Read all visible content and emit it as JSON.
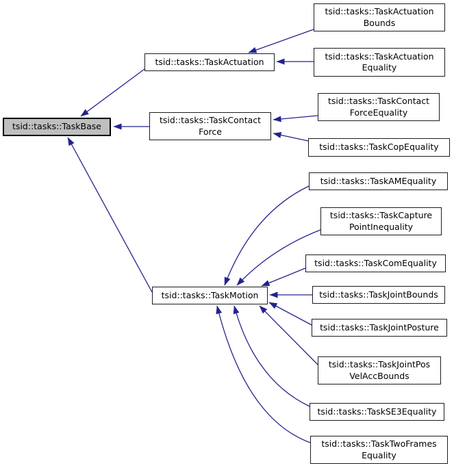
{
  "diagram": {
    "kind": "class-inheritance-graph",
    "colors": {
      "edge": "#23238d",
      "node_border": "#1c1c1c",
      "node_fill": "#ffffff",
      "selected_node_fill": "#bfbfbf",
      "text": "#000000",
      "background": "#ffffff"
    },
    "nodes": [
      {
        "id": "task-base",
        "label": "tsid::tasks::TaskBase",
        "selected": true
      },
      {
        "id": "task-actuation",
        "label": "tsid::tasks::TaskActuation",
        "selected": false
      },
      {
        "id": "task-contact-force",
        "label": "tsid::tasks::TaskContact\nForce",
        "selected": false
      },
      {
        "id": "task-motion",
        "label": "tsid::tasks::TaskMotion",
        "selected": false
      },
      {
        "id": "task-actuation-bounds",
        "label": "tsid::tasks::TaskActuation\nBounds",
        "selected": false
      },
      {
        "id": "task-actuation-equality",
        "label": "tsid::tasks::TaskActuation\nEquality",
        "selected": false
      },
      {
        "id": "task-contact-force-equality",
        "label": "tsid::tasks::TaskContact\nForceEquality",
        "selected": false
      },
      {
        "id": "task-cop-equality",
        "label": "tsid::tasks::TaskCopEquality",
        "selected": false
      },
      {
        "id": "task-am-equality",
        "label": "tsid::tasks::TaskAMEquality",
        "selected": false
      },
      {
        "id": "task-capture-point-inequality",
        "label": "tsid::tasks::TaskCapture\nPointInequality",
        "selected": false
      },
      {
        "id": "task-com-equality",
        "label": "tsid::tasks::TaskComEquality",
        "selected": false
      },
      {
        "id": "task-joint-bounds",
        "label": "tsid::tasks::TaskJointBounds",
        "selected": false
      },
      {
        "id": "task-joint-posture",
        "label": "tsid::tasks::TaskJointPosture",
        "selected": false
      },
      {
        "id": "task-joint-pos-vel-acc-bounds",
        "label": "tsid::tasks::TaskJointPos\nVelAccBounds",
        "selected": false
      },
      {
        "id": "task-se3-equality",
        "label": "tsid::tasks::TaskSE3Equality",
        "selected": false
      },
      {
        "id": "task-two-frames-equality",
        "label": "tsid::tasks::TaskTwoFrames\nEquality",
        "selected": false
      }
    ],
    "edges": [
      {
        "from": "task-actuation",
        "to": "task-base"
      },
      {
        "from": "task-contact-force",
        "to": "task-base"
      },
      {
        "from": "task-motion",
        "to": "task-base"
      },
      {
        "from": "task-actuation-bounds",
        "to": "task-actuation"
      },
      {
        "from": "task-actuation-equality",
        "to": "task-actuation"
      },
      {
        "from": "task-contact-force-equality",
        "to": "task-contact-force"
      },
      {
        "from": "task-cop-equality",
        "to": "task-contact-force"
      },
      {
        "from": "task-am-equality",
        "to": "task-motion"
      },
      {
        "from": "task-capture-point-inequality",
        "to": "task-motion"
      },
      {
        "from": "task-com-equality",
        "to": "task-motion"
      },
      {
        "from": "task-joint-bounds",
        "to": "task-motion"
      },
      {
        "from": "task-joint-posture",
        "to": "task-motion"
      },
      {
        "from": "task-joint-pos-vel-acc-bounds",
        "to": "task-motion"
      },
      {
        "from": "task-se3-equality",
        "to": "task-motion"
      },
      {
        "from": "task-two-frames-equality",
        "to": "task-motion"
      }
    ]
  }
}
